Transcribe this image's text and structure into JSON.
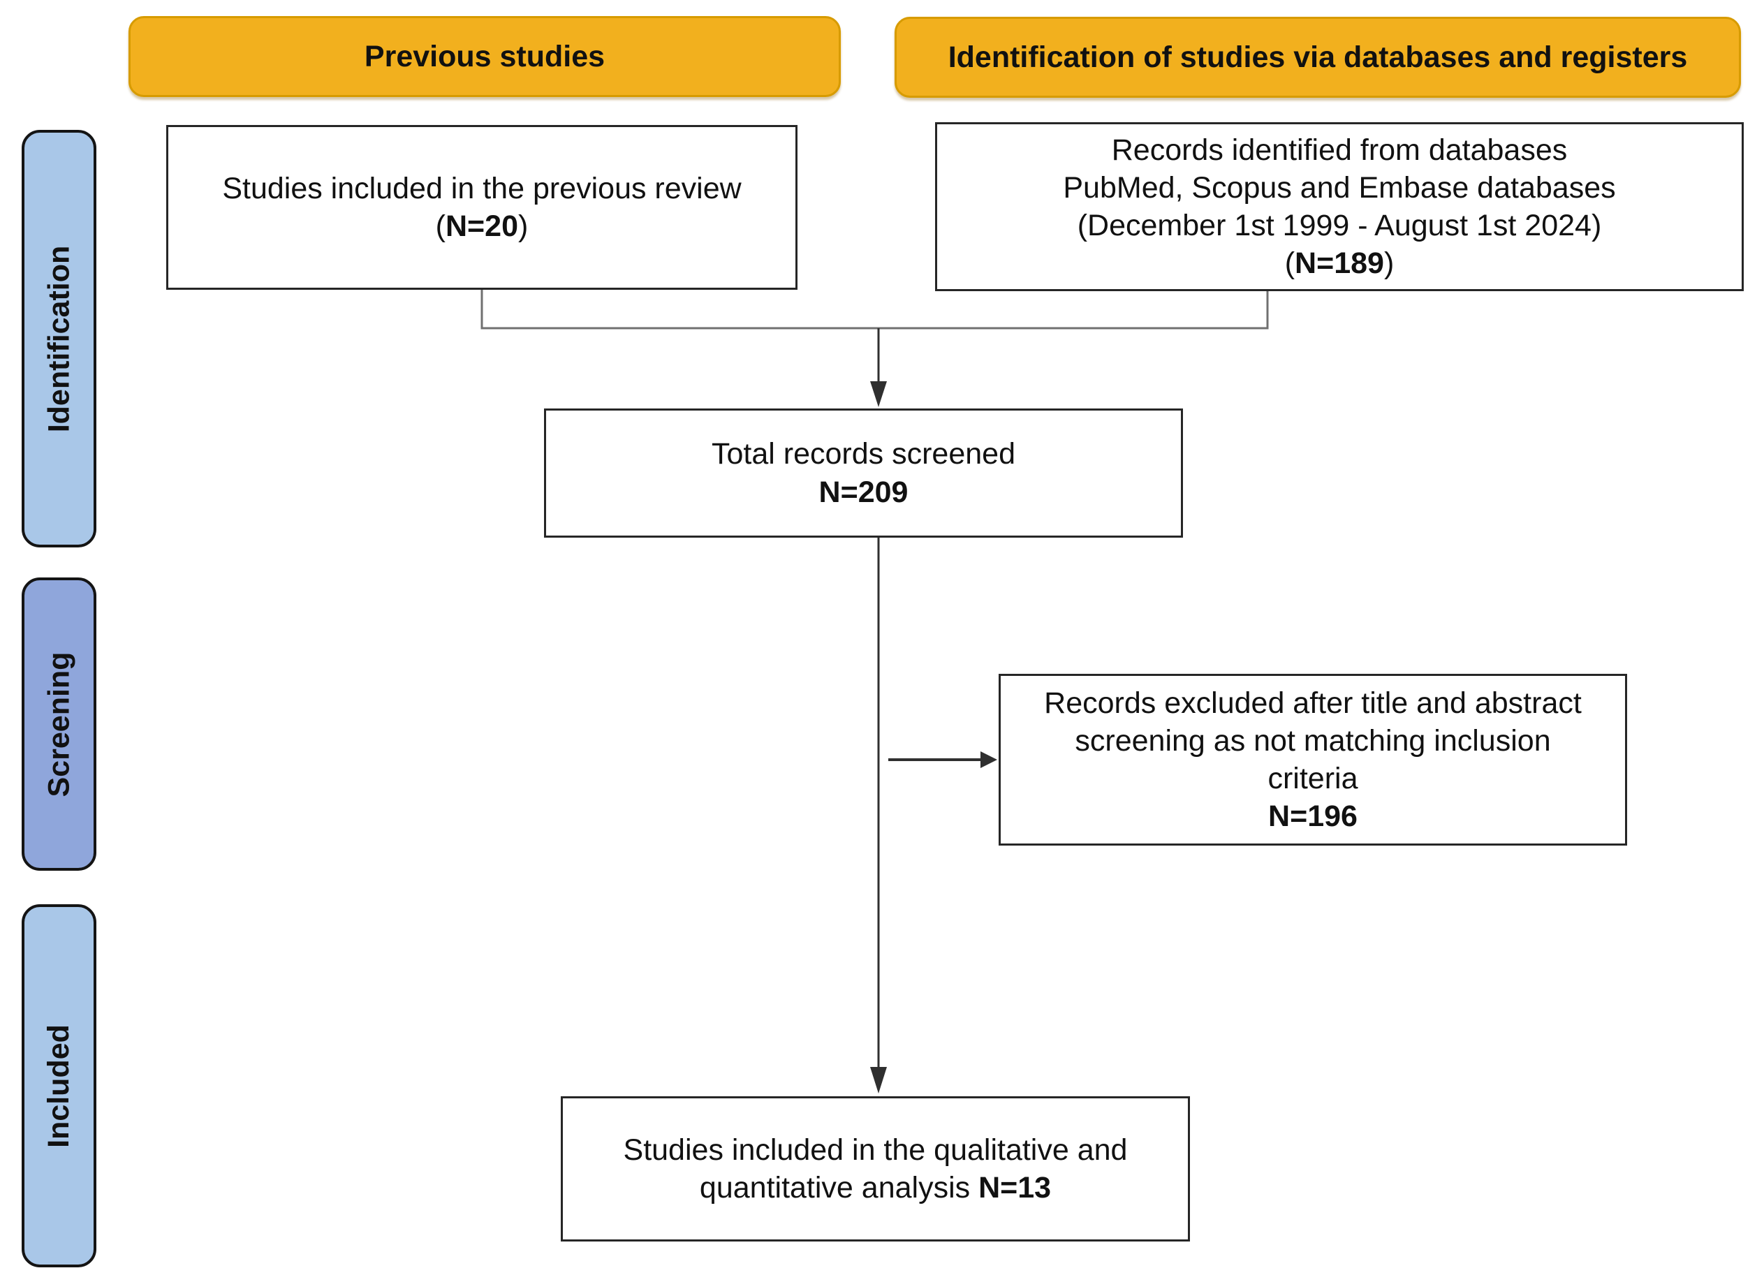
{
  "colors": {
    "header-bg": "#F2B01E",
    "header-border": "#D79B00",
    "stage-light-bg": "#A9C7E8",
    "stage-mid-bg": "#8FA6DB",
    "stage-border": "#141414",
    "box-border": "#262626",
    "text": "#111111",
    "connector": "#707070",
    "arrow": "#2F2F2F"
  },
  "headers": {
    "previous": "Previous studies",
    "identification": "Identification of studies via databases and registers"
  },
  "stages": [
    {
      "label": "Identification"
    },
    {
      "label": "Screening"
    },
    {
      "label": "Included"
    }
  ],
  "boxes": {
    "previous_review": {
      "line1": "Studies included in the previous review",
      "paren_open": "(",
      "n": "N=20",
      "paren_close": ")"
    },
    "records_identified": {
      "line1": "Records identified from databases",
      "line2": "PubMed, Scopus and Embase databases",
      "line3": "(December 1st 1999 - August 1st 2024)",
      "paren_open": "(",
      "n": "N=189",
      "paren_close": ")"
    },
    "total_screened": {
      "line1": "Total records screened",
      "n": "N=209"
    },
    "records_excluded": {
      "line1": "Records excluded after title and abstract",
      "line2": "screening as not matching inclusion",
      "line3": "criteria",
      "n": "N=196"
    },
    "included_analysis": {
      "line1": "Studies included in the qualitative and",
      "line2_prefix": "quantitative analysis ",
      "n": "N=13"
    }
  }
}
